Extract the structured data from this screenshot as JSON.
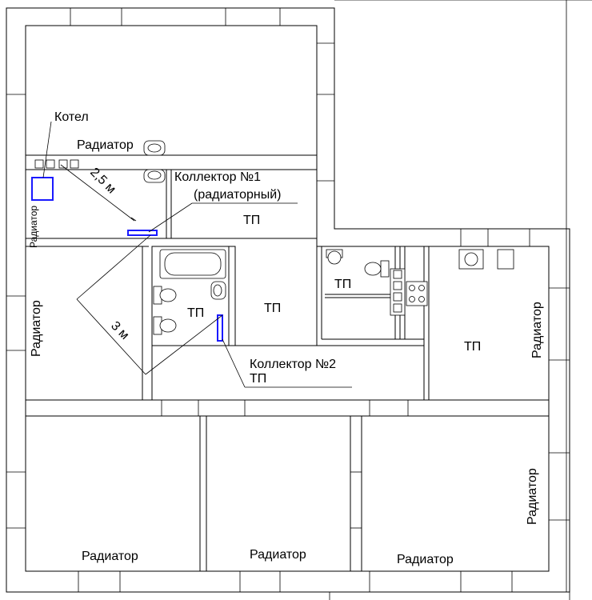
{
  "labels": {
    "kotel": "Котел",
    "radiator": "Радиатор",
    "dim_25": "2,5 м",
    "dim_3": "3 м",
    "kollektor1_line1": "Коллектор №1",
    "kollektor1_line2": "(радиаторный)",
    "kollektor2_line1": "Коллектор №2",
    "kollektor2_line2": "ТП",
    "tp": "ТП"
  },
  "colors": {
    "walls": "#000000",
    "equipment": "#1a1aff",
    "background": "#ffffff"
  }
}
